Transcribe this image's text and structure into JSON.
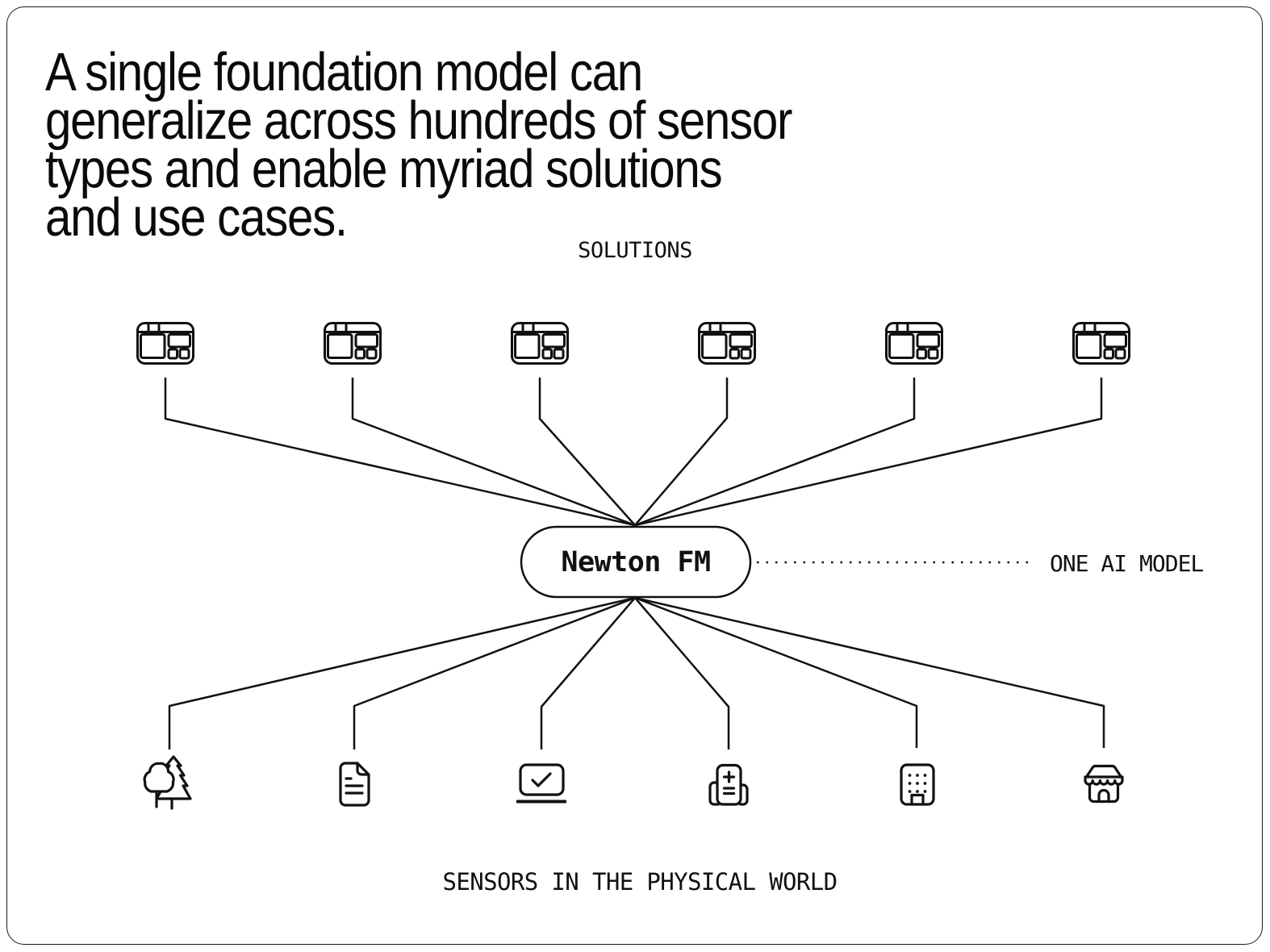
{
  "card": {
    "heading": {
      "lines": [
        "A single foundation model can",
        "generalize across hundreds of sensor",
        "types and enable myriad solutions",
        "and use cases."
      ]
    },
    "diagram": {
      "solutions_label": "SOLUTIONS",
      "sensors_label": "SENSORS IN THE PHYSICAL WORLD",
      "model": {
        "name": "Newton FM",
        "annotation": "ONE AI MODEL"
      },
      "solutions": [
        {
          "icon": "browser-window-icon"
        },
        {
          "icon": "browser-window-icon"
        },
        {
          "icon": "browser-window-icon"
        },
        {
          "icon": "browser-window-icon"
        },
        {
          "icon": "browser-window-icon"
        },
        {
          "icon": "browser-window-icon"
        }
      ],
      "sensors": [
        {
          "icon": "trees-icon"
        },
        {
          "icon": "document-icon"
        },
        {
          "icon": "laptop-check-icon"
        },
        {
          "icon": "calculator-device-icon"
        },
        {
          "icon": "office-building-icon"
        },
        {
          "icon": "storefront-icon"
        }
      ],
      "colors": {
        "stroke": "#111111",
        "background": "#ffffff",
        "border": "#1a1a1a",
        "heading_text": "#0a0a0a"
      }
    }
  }
}
